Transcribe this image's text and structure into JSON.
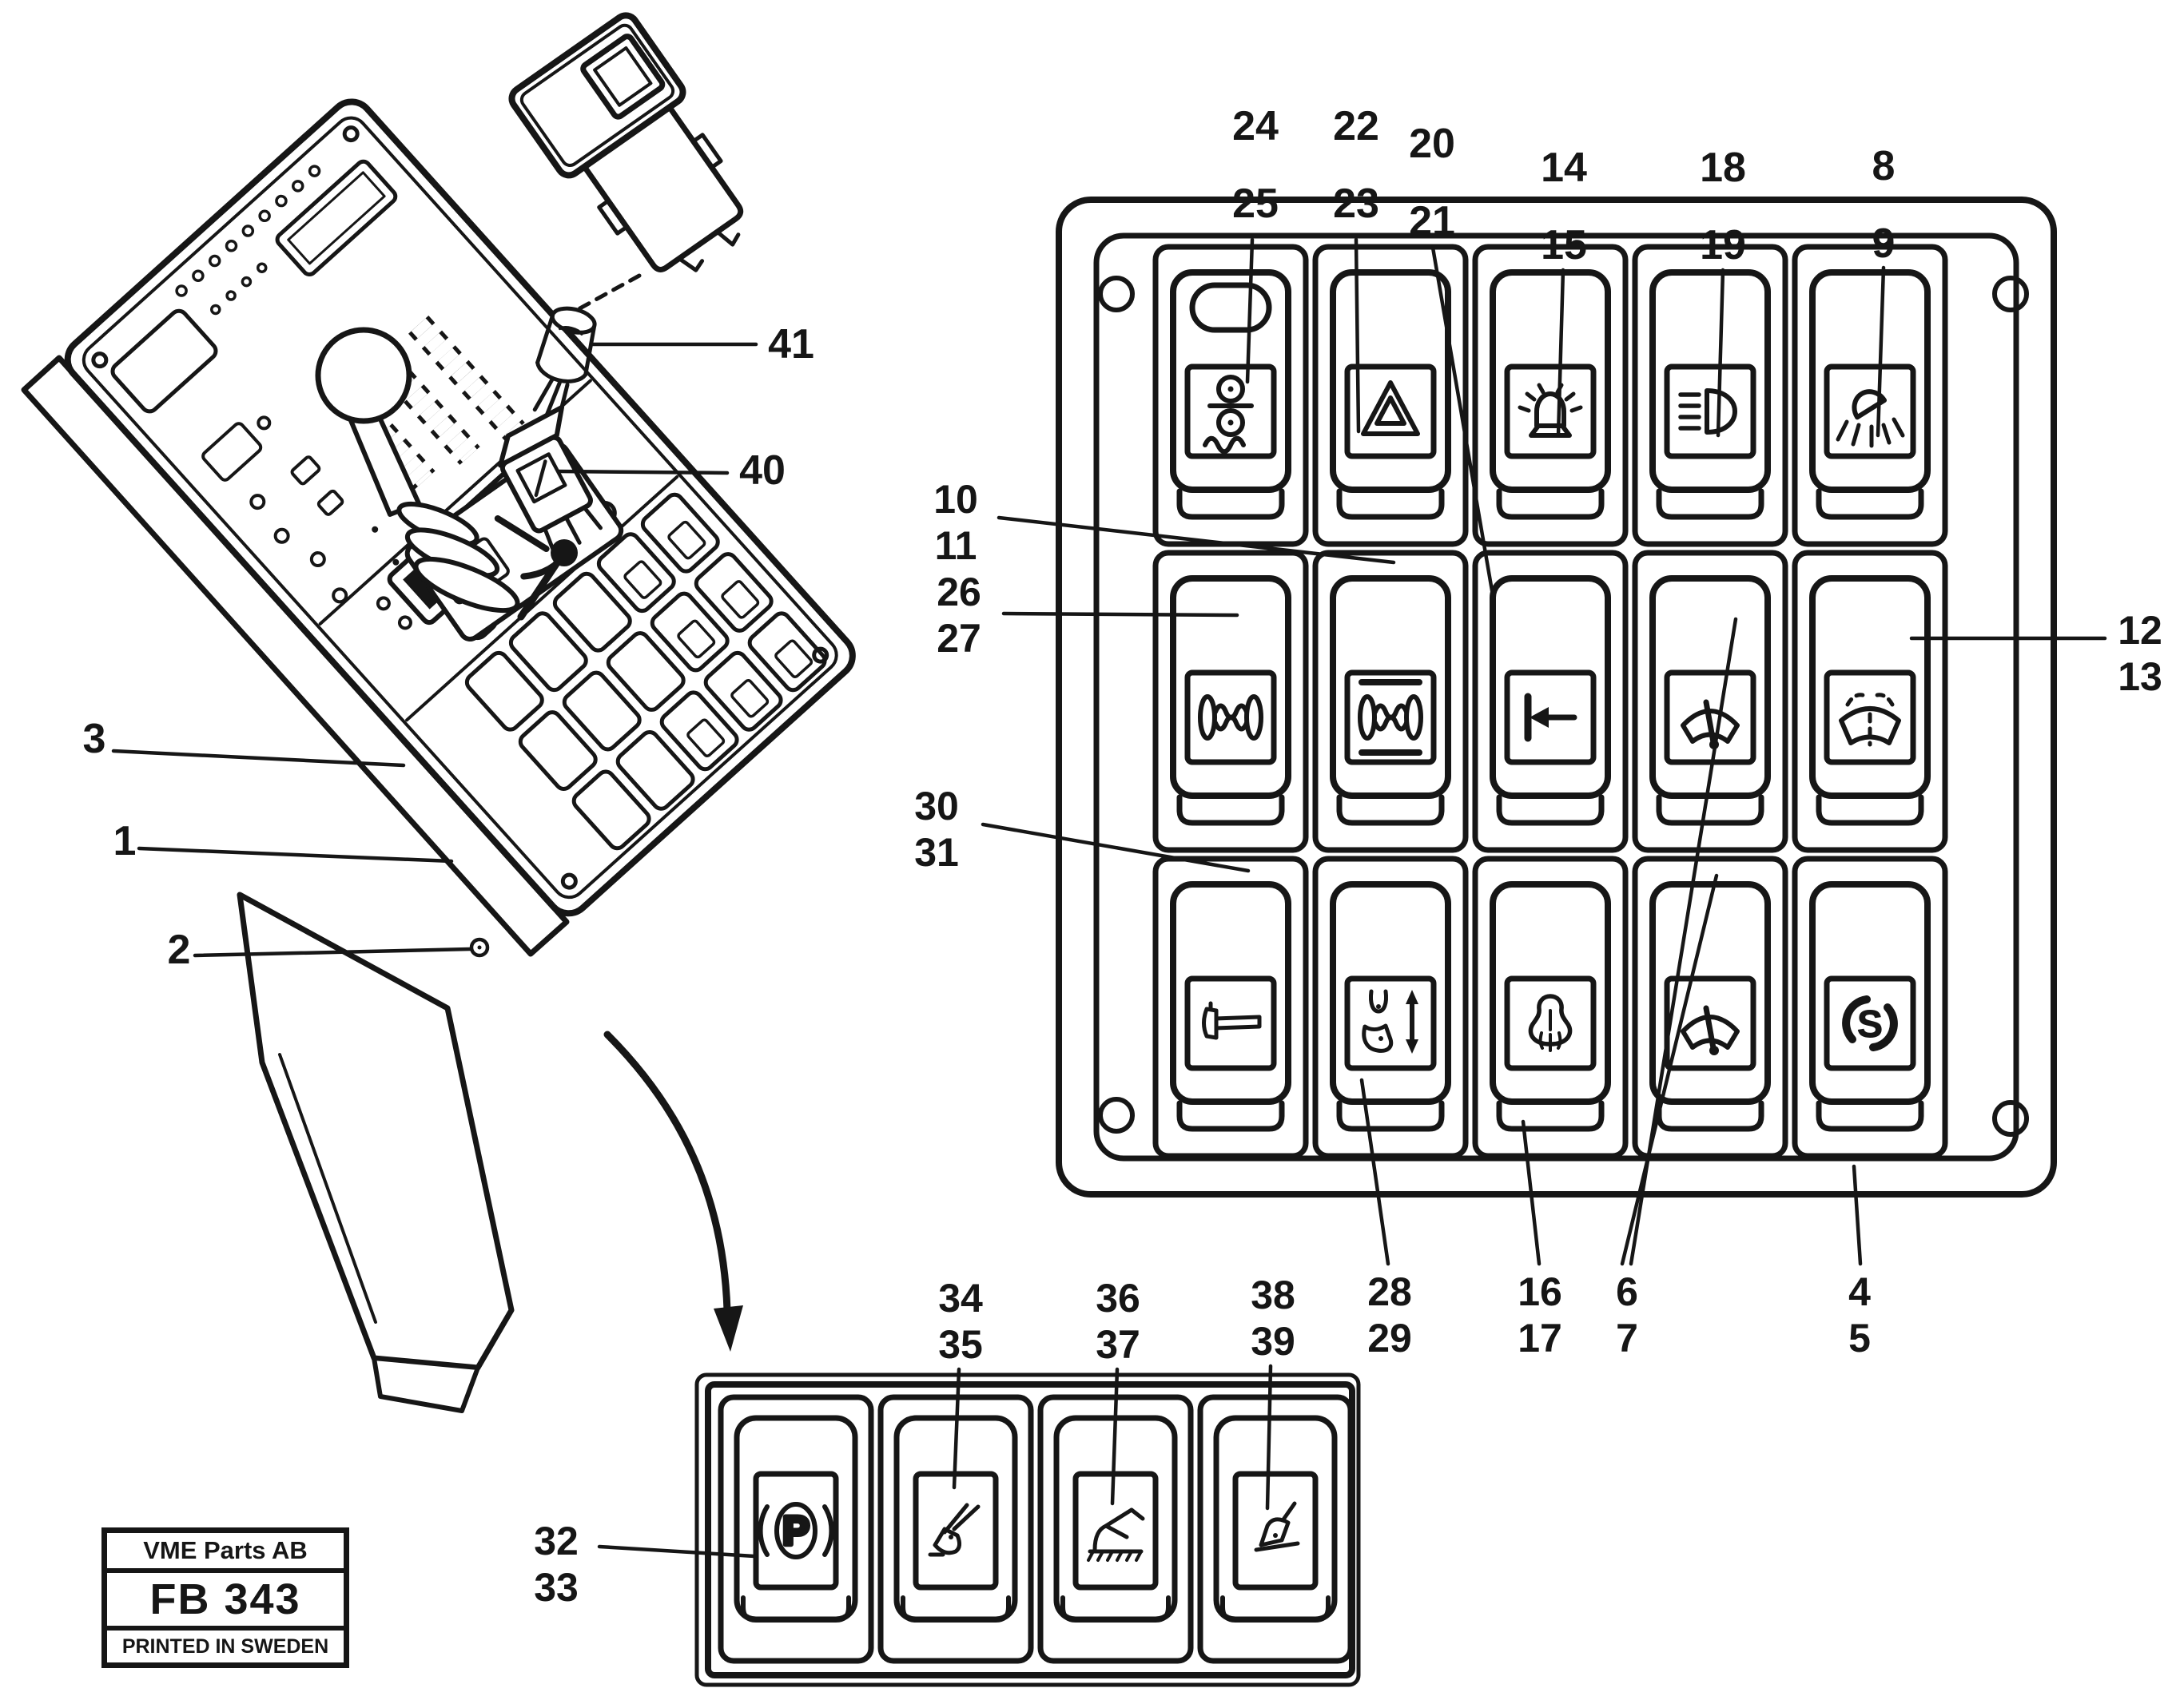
{
  "title_block": {
    "company": "VME Parts AB",
    "figure_code": "FB 343",
    "printed": "PRINTED IN SWEDEN"
  },
  "callouts": [
    {
      "id": "24-25",
      "l1": "24",
      "l2": "25",
      "points_to": "switch-roller-indicator"
    },
    {
      "id": "22-23",
      "l1": "22",
      "l2": "23",
      "points_to": "switch-hazard-warning"
    },
    {
      "id": "20-21",
      "l1": "20",
      "l2": "21",
      "points_to": "switch-boom-kickout"
    },
    {
      "id": "14-15",
      "l1": "14",
      "l2": "15",
      "points_to": "switch-rotating-beacon"
    },
    {
      "id": "18-19",
      "l1": "18",
      "l2": "19",
      "points_to": "switch-headlight"
    },
    {
      "id": "8-9",
      "l1": "8",
      "l2": "9",
      "points_to": "switch-work-light"
    },
    {
      "id": "10-11",
      "l1": "10",
      "l2": "11",
      "points_to": "switch-diff-lock-2"
    },
    {
      "id": "26-27",
      "l1": "26",
      "l2": "27",
      "points_to": "switch-diff-lock-1"
    },
    {
      "id": "30-31",
      "l1": "30",
      "l2": "31",
      "points_to": "switch-hammer"
    },
    {
      "id": "12-13",
      "l1": "12",
      "l2": "13",
      "points_to": "switch-washer"
    },
    {
      "id": "28-29",
      "l1": "28",
      "l2": "29",
      "points_to": "switch-boom-suspension"
    },
    {
      "id": "16-17",
      "l1": "16",
      "l2": "17",
      "points_to": "switch-preheat-bulb"
    },
    {
      "id": "6-7",
      "l1": "6",
      "l2": "7",
      "points_to": "switch-wipers"
    },
    {
      "id": "4-5",
      "l1": "4",
      "l2": "5",
      "points_to": "switch-secondary-steering"
    },
    {
      "id": "34-35",
      "l1": "34",
      "l2": "35",
      "points_to": "aux-switch-2"
    },
    {
      "id": "36-37",
      "l1": "36",
      "l2": "37",
      "points_to": "aux-switch-3"
    },
    {
      "id": "38-39",
      "l1": "38",
      "l2": "39",
      "points_to": "aux-switch-4"
    },
    {
      "id": "32-33",
      "l1": "32",
      "l2": "33",
      "points_to": "aux-switch-parking-brake"
    },
    {
      "id": "3",
      "l1": "3",
      "l2": "",
      "points_to": "console-switch-panel"
    },
    {
      "id": "1",
      "l1": "1",
      "l2": "",
      "points_to": "console-panel"
    },
    {
      "id": "2",
      "l1": "2",
      "l2": "",
      "points_to": "console-screw"
    },
    {
      "id": "41",
      "l1": "41",
      "l2": "",
      "points_to": "bulb"
    },
    {
      "id": "40",
      "l1": "40",
      "l2": "",
      "points_to": "connector"
    }
  ],
  "main_panel": {
    "rows": 3,
    "cols": 5,
    "switches": [
      {
        "row": 1,
        "col": 1,
        "icon": "roller-indicator-icon",
        "callout": "24-25"
      },
      {
        "row": 1,
        "col": 2,
        "icon": "hazard-triangle-icon",
        "callout": "22-23"
      },
      {
        "row": 1,
        "col": 3,
        "icon": "rotating-beacon-icon",
        "callout": "14-15"
      },
      {
        "row": 1,
        "col": 4,
        "icon": "headlight-low-beam-icon",
        "callout": "18-19"
      },
      {
        "row": 1,
        "col": 5,
        "icon": "work-light-icon",
        "callout": "8-9"
      },
      {
        "row": 2,
        "col": 1,
        "icon": "diff-lock-icon",
        "callout": "26-27"
      },
      {
        "row": 2,
        "col": 2,
        "icon": "diff-lock-axle-icon",
        "callout": "10-11"
      },
      {
        "row": 2,
        "col": 3,
        "icon": "boom-kickout-arrow-icon",
        "callout": "20-21"
      },
      {
        "row": 2,
        "col": 4,
        "icon": "windshield-wiper-icon",
        "callout": "6-7"
      },
      {
        "row": 2,
        "col": 5,
        "icon": "windshield-washer-icon",
        "callout": "12-13"
      },
      {
        "row": 3,
        "col": 1,
        "icon": "hammer-icon",
        "callout": "30-31"
      },
      {
        "row": 3,
        "col": 2,
        "icon": "boom-suspension-icon",
        "callout": "28-29"
      },
      {
        "row": 3,
        "col": 3,
        "icon": "preheat-bulb-icon",
        "callout": "16-17"
      },
      {
        "row": 3,
        "col": 4,
        "icon": "windshield-wiper-icon",
        "callout": "6-7"
      },
      {
        "row": 3,
        "col": 5,
        "icon": "secondary-steering-icon",
        "callout": "4-5"
      }
    ]
  },
  "aux_panel": {
    "switches": [
      {
        "col": 1,
        "icon": "parking-brake-icon",
        "callout": "32-33"
      },
      {
        "col": 2,
        "icon": "bucket-tilt-icon",
        "callout": "34-35"
      },
      {
        "col": 3,
        "icon": "boom-position-icon",
        "callout": "36-37"
      },
      {
        "col": 4,
        "icon": "bucket-return-icon",
        "callout": "38-39"
      }
    ]
  },
  "exploded_parts": [
    {
      "ref": "41",
      "part": "bulb"
    },
    {
      "ref": "40",
      "part": "connector"
    }
  ],
  "symbols": {
    "s": "S",
    "p": "P"
  }
}
